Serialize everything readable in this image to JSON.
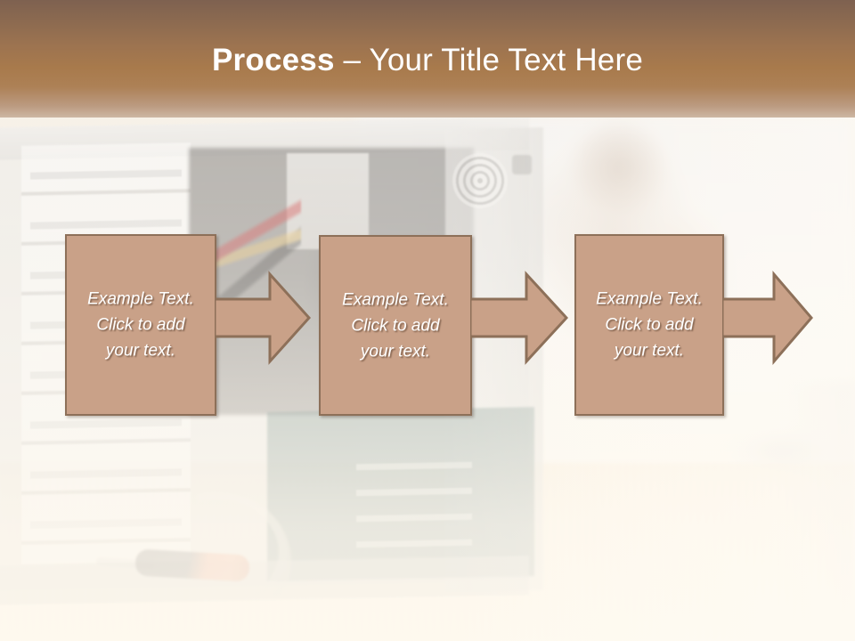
{
  "slide": {
    "title_bold": "Process",
    "title_rest": " – Your Title Text Here",
    "title_full": "Process – Your Title Text Here"
  },
  "theme": {
    "title_band_top_color": "#7E6150",
    "title_band_mid_color": "#A87A4C",
    "title_band_bottom_color": "#CDB7A3",
    "shape_fill": "#C9A188",
    "shape_border": "#8D7059",
    "shape_text_color": "#FFFFFF",
    "background_wash": "#FAF4EC"
  },
  "process": {
    "steps": [
      {
        "id": "step-1",
        "line1": "Example Text.",
        "line2": "Click  to add",
        "line3": "your text."
      },
      {
        "id": "step-2",
        "line1": "Example Text.",
        "line2": "Click  to add",
        "line3": "your text."
      },
      {
        "id": "step-3",
        "line1": "Example Text.",
        "line2": "Click  to add",
        "line3": "your text."
      }
    ],
    "connectors": [
      {
        "id": "arrow-1",
        "icon": "right-arrow-icon"
      },
      {
        "id": "arrow-2",
        "icon": "right-arrow-icon"
      },
      {
        "id": "arrow-3",
        "icon": "right-arrow-icon"
      }
    ]
  },
  "background_photo": {
    "description": "Opened desktop PC tower with internal components and a screwdriver on a wooden desk"
  }
}
